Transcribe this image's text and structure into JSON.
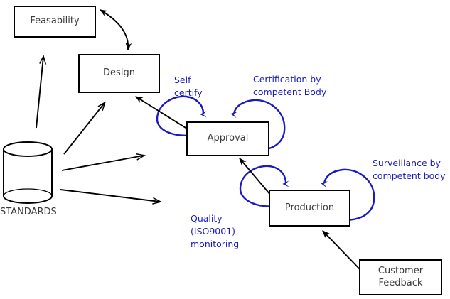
{
  "diagram": {
    "title": "Standards driven product lifecycle with conformity assessment loops",
    "colors": {
      "node_stroke": "#000000",
      "node_text": "#3a3a3a",
      "background": "#ffffff",
      "flow_arrow": "#000000",
      "annotation": "#1a1ac0"
    },
    "nodes": [
      {
        "id": "feasability",
        "label": "Feasability",
        "shape": "rectangle"
      },
      {
        "id": "design",
        "label": "Design",
        "shape": "rectangle"
      },
      {
        "id": "approval",
        "label": "Approval",
        "shape": "rectangle"
      },
      {
        "id": "production",
        "label": "Production",
        "shape": "rectangle"
      },
      {
        "id": "customer",
        "label": "Customer\nFeedback",
        "shape": "rectangle"
      }
    ],
    "datastore": {
      "id": "standards",
      "label": "STANDARDS",
      "shape": "cylinder"
    },
    "annotations": [
      {
        "id": "self-certify",
        "label": "Self\ncertify",
        "attached_to": "approval"
      },
      {
        "id": "certification",
        "label": "Certification by\ncompetent Body",
        "attached_to": "approval"
      },
      {
        "id": "quality",
        "label": "Quality\n(ISO9001)\nmonitoring",
        "attached_to": "production"
      },
      {
        "id": "surveillance",
        "label": "Surveillance by\ncompetent body",
        "attached_to": "production"
      }
    ],
    "edges": [
      {
        "id": "feasability-design",
        "from": "feasability",
        "to": "design",
        "style": "curved",
        "arrowheads": "both"
      },
      {
        "id": "standards-up",
        "from": "standards",
        "to": "",
        "style": "straight",
        "arrowheads": "end"
      },
      {
        "id": "standards-design",
        "from": "standards",
        "to": "design",
        "style": "straight",
        "arrowheads": "end"
      },
      {
        "id": "standards-approval",
        "from": "standards",
        "to": "approval",
        "style": "straight",
        "arrowheads": "end"
      },
      {
        "id": "standards-production",
        "from": "standards",
        "to": "production",
        "style": "straight",
        "arrowheads": "end"
      },
      {
        "id": "approval-design",
        "from": "approval",
        "to": "design",
        "style": "straight",
        "arrowheads": "end"
      },
      {
        "id": "production-approval",
        "from": "production",
        "to": "approval",
        "style": "straight",
        "arrowheads": "end"
      },
      {
        "id": "customer-production",
        "from": "customer",
        "to": "production",
        "style": "straight",
        "arrowheads": "end"
      }
    ],
    "self_loops": [
      {
        "id": "approval-self-certify",
        "on": "approval",
        "annotation": "self-certify"
      },
      {
        "id": "approval-certification",
        "on": "approval",
        "annotation": "certification"
      },
      {
        "id": "production-quality",
        "on": "production",
        "annotation": "quality"
      },
      {
        "id": "production-surveillance",
        "on": "production",
        "annotation": "surveillance"
      }
    ]
  }
}
